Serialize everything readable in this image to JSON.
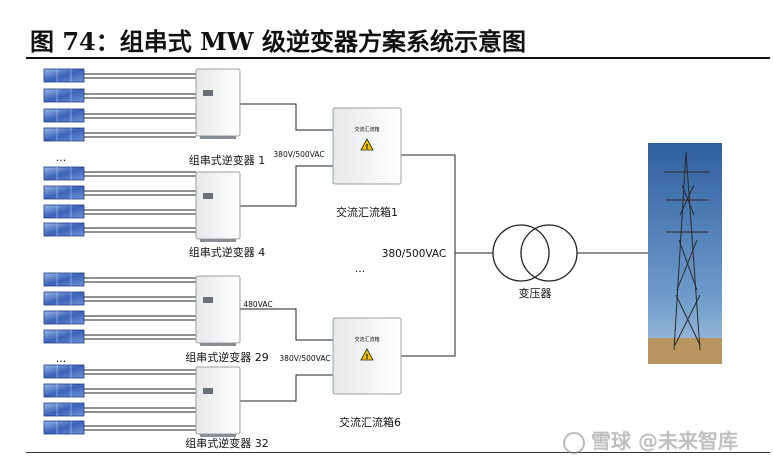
{
  "title": "图 74：组串式 MW 级逆变器方案系统示意图",
  "ellipsis": "...",
  "inverters": [
    {
      "label": "组串式逆变器 1"
    },
    {
      "label": "组串式逆变器 4"
    },
    {
      "label": "组串式逆变器 29"
    },
    {
      "label": "组串式逆变器 32"
    }
  ],
  "combiners": [
    {
      "label": "交流汇流箱1",
      "plate": "交流汇流箱"
    },
    {
      "label": "交流汇流箱6",
      "plate": "交流汇流箱"
    }
  ],
  "voltages": {
    "inv1_out": "380V/500VAC",
    "inv29_out": "480VAC",
    "inv32_out": "380V/500VAC",
    "grid_side": "380/500VAC"
  },
  "transformer_label": "变压器",
  "watermark": "雪球 @未来智库",
  "colors": {
    "panel_dark": "#2b4fa6",
    "panel_light": "#7fa3e0",
    "warning": "#f2c400",
    "sky": "#3f6fae",
    "ground": "#b8955f"
  }
}
